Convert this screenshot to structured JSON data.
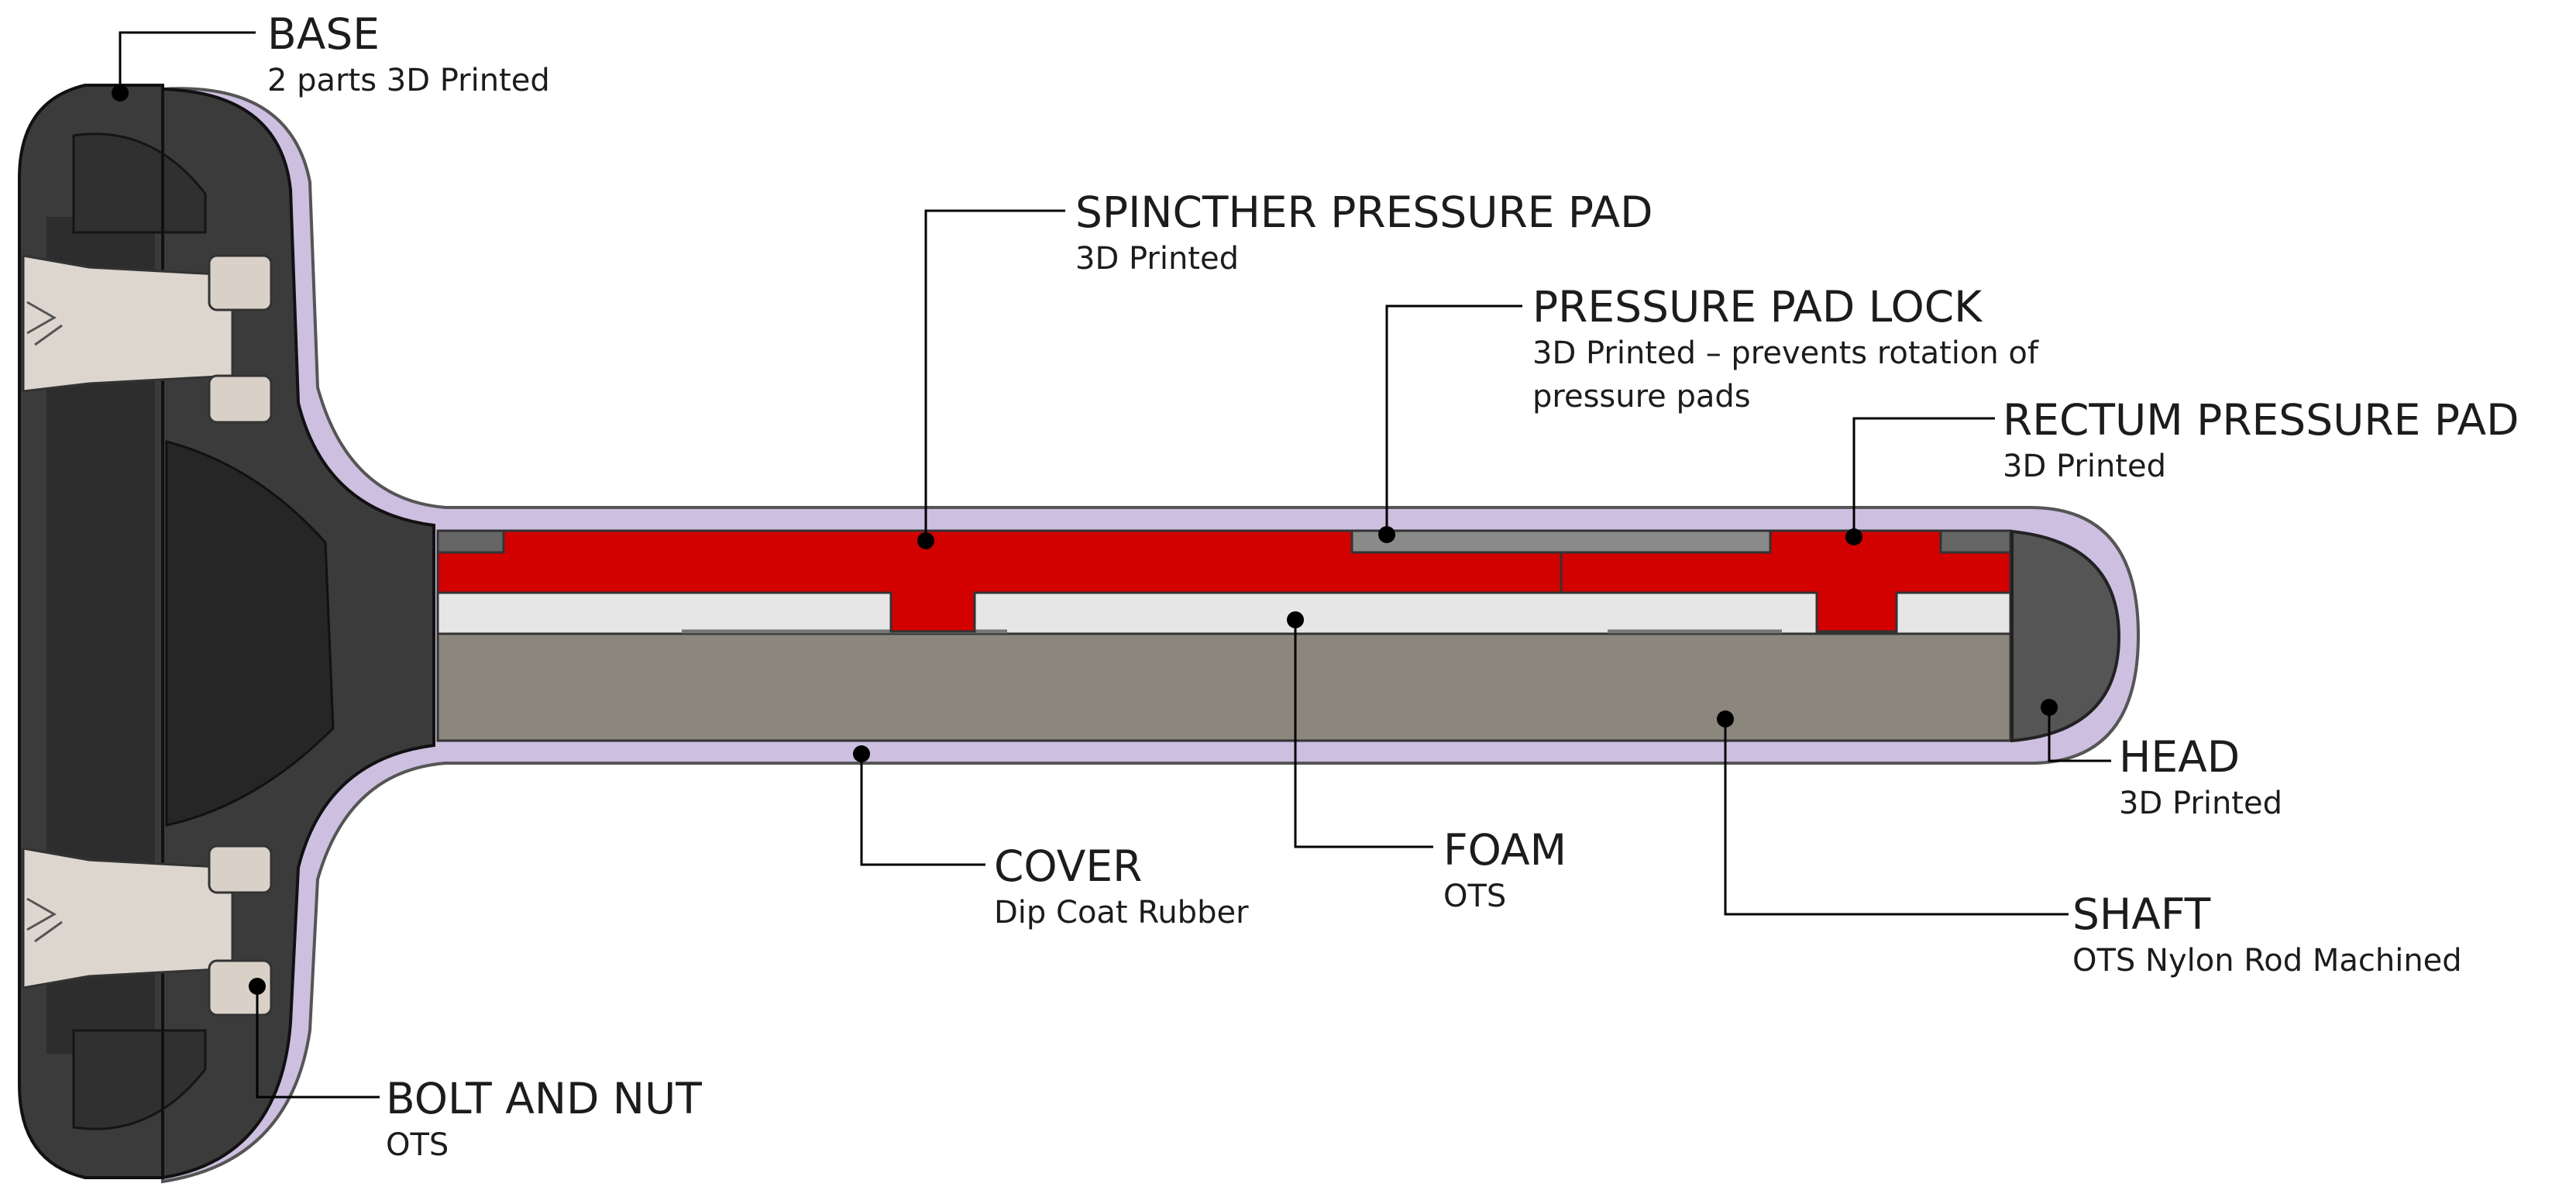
{
  "colors": {
    "base": "#3c3c3c",
    "base_dark": "#2a2a2a",
    "cover": "#cdbfe0",
    "pressure_pad": "#d30000",
    "foam": "#e6e6e6",
    "shaft": "#8b877c",
    "head": "#555555",
    "bolt": "#dcd6cf",
    "leader": "#000000"
  },
  "labels": {
    "base": {
      "title": "BASE",
      "sub": "2 parts 3D Printed"
    },
    "spincther": {
      "title": "SPINCTHER PRESSURE PAD",
      "sub": "3D Printed"
    },
    "lock": {
      "title": "PRESSURE PAD LOCK",
      "sub1": "3D Printed – prevents rotation of",
      "sub2": "pressure pads"
    },
    "rectum": {
      "title": "RECTUM PRESSURE PAD",
      "sub": "3D Printed"
    },
    "head": {
      "title": "HEAD",
      "sub": "3D Printed"
    },
    "cover": {
      "title": "COVER",
      "sub": "Dip Coat Rubber"
    },
    "foam": {
      "title": "FOAM",
      "sub": "OTS"
    },
    "shaft": {
      "title": "SHAFT",
      "sub": "OTS Nylon Rod Machined"
    },
    "bolt": {
      "title": "BOLT AND NUT",
      "sub": "OTS"
    }
  }
}
